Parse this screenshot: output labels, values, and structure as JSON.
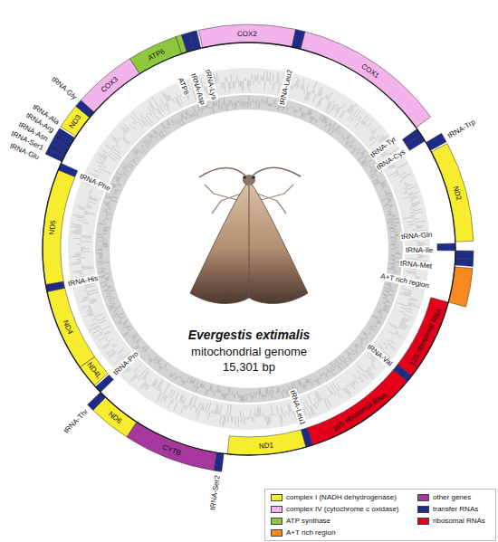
{
  "diagram": {
    "labels": [
      "Evergestis extimalis",
      "mitochondrial genome",
      "15,301 bp",
      "COX2",
      "tRNA-Leu2",
      "COX1",
      "tRNA-Tyr",
      "tRNA-Cys",
      "tRNA-Trp",
      "ND2",
      "tRNA-Gln",
      "tRNA-Ile",
      "tRNA-Met",
      "A+T rich region",
      "12S ribosomal RNA",
      "tRNA-Val",
      "16S ribosomal RNA",
      "tRNA-Leu1",
      "ND1",
      "tRNA-Ser2",
      "CYTB",
      "ND6",
      "tRNA-Thr",
      "tRNA-Pro",
      "ND4L",
      "ND4",
      "tRNA-His",
      "ND5",
      "tRNA-Phe",
      "tRNA-Glu",
      "tRNA-Ser1",
      "tRNA-Asn",
      "tRNA-Arg",
      "tRNA-Ala",
      "ND3",
      "tRNA-Gly",
      "COX3",
      "ATP6",
      "ATP8",
      "tRNA-Asp",
      "tRNA-Lys"
    ],
    "legend": [
      {
        "text": "complex I (NADH dehydrogenase)",
        "color": "#f8ec2f"
      },
      {
        "text": "complex IV (cytochrome c oxidase)",
        "color": "#f3b4ec"
      },
      {
        "text": "ATP synthase",
        "color": "#8dc63f"
      },
      {
        "text": "A+T rich region",
        "color": "#f7891f"
      },
      {
        "text": "other genes",
        "color": "#a6389e"
      },
      {
        "text": "transfer RNAs",
        "color": "#1f2c87"
      },
      {
        "text": "ribosomal RNAs",
        "color": "#e2001a"
      }
    ]
  }
}
